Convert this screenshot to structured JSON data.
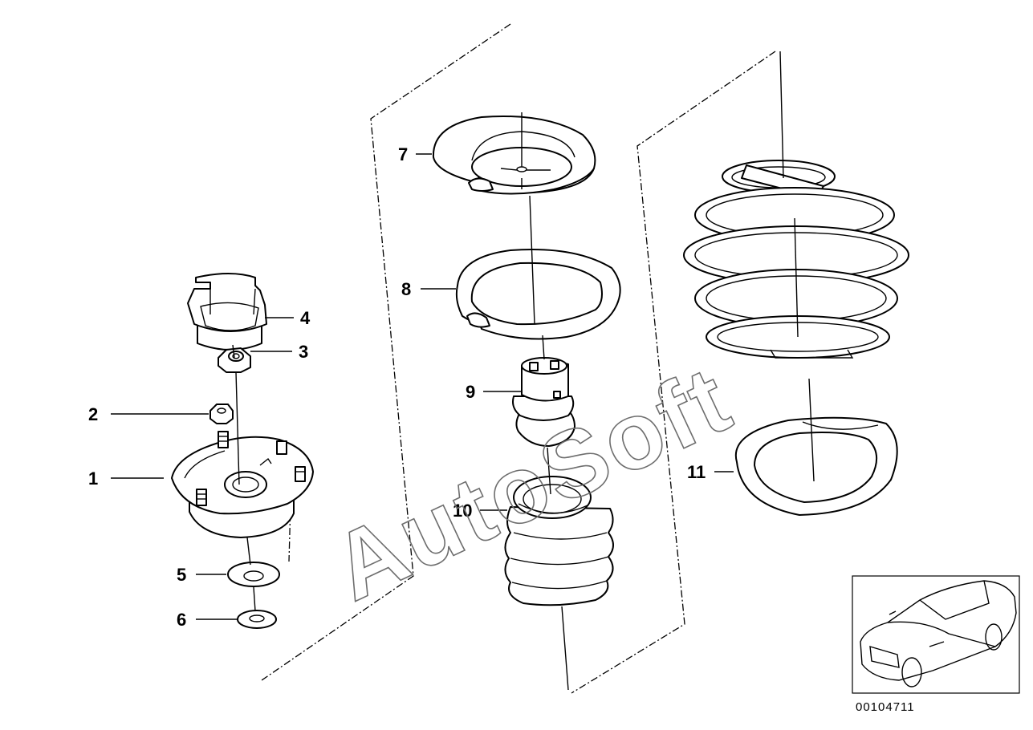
{
  "callouts": {
    "c1": "1",
    "c2": "2",
    "c3": "3",
    "c4": "4",
    "c5": "5",
    "c6": "6",
    "c7": "7",
    "c8": "8",
    "c9": "9",
    "c10": "10",
    "c11": "11"
  },
  "watermark": "AutoSoft",
  "diagram_code": "00104711",
  "colors": {
    "line": "#000000",
    "background": "#ffffff",
    "watermark": "#6e6e6e"
  }
}
